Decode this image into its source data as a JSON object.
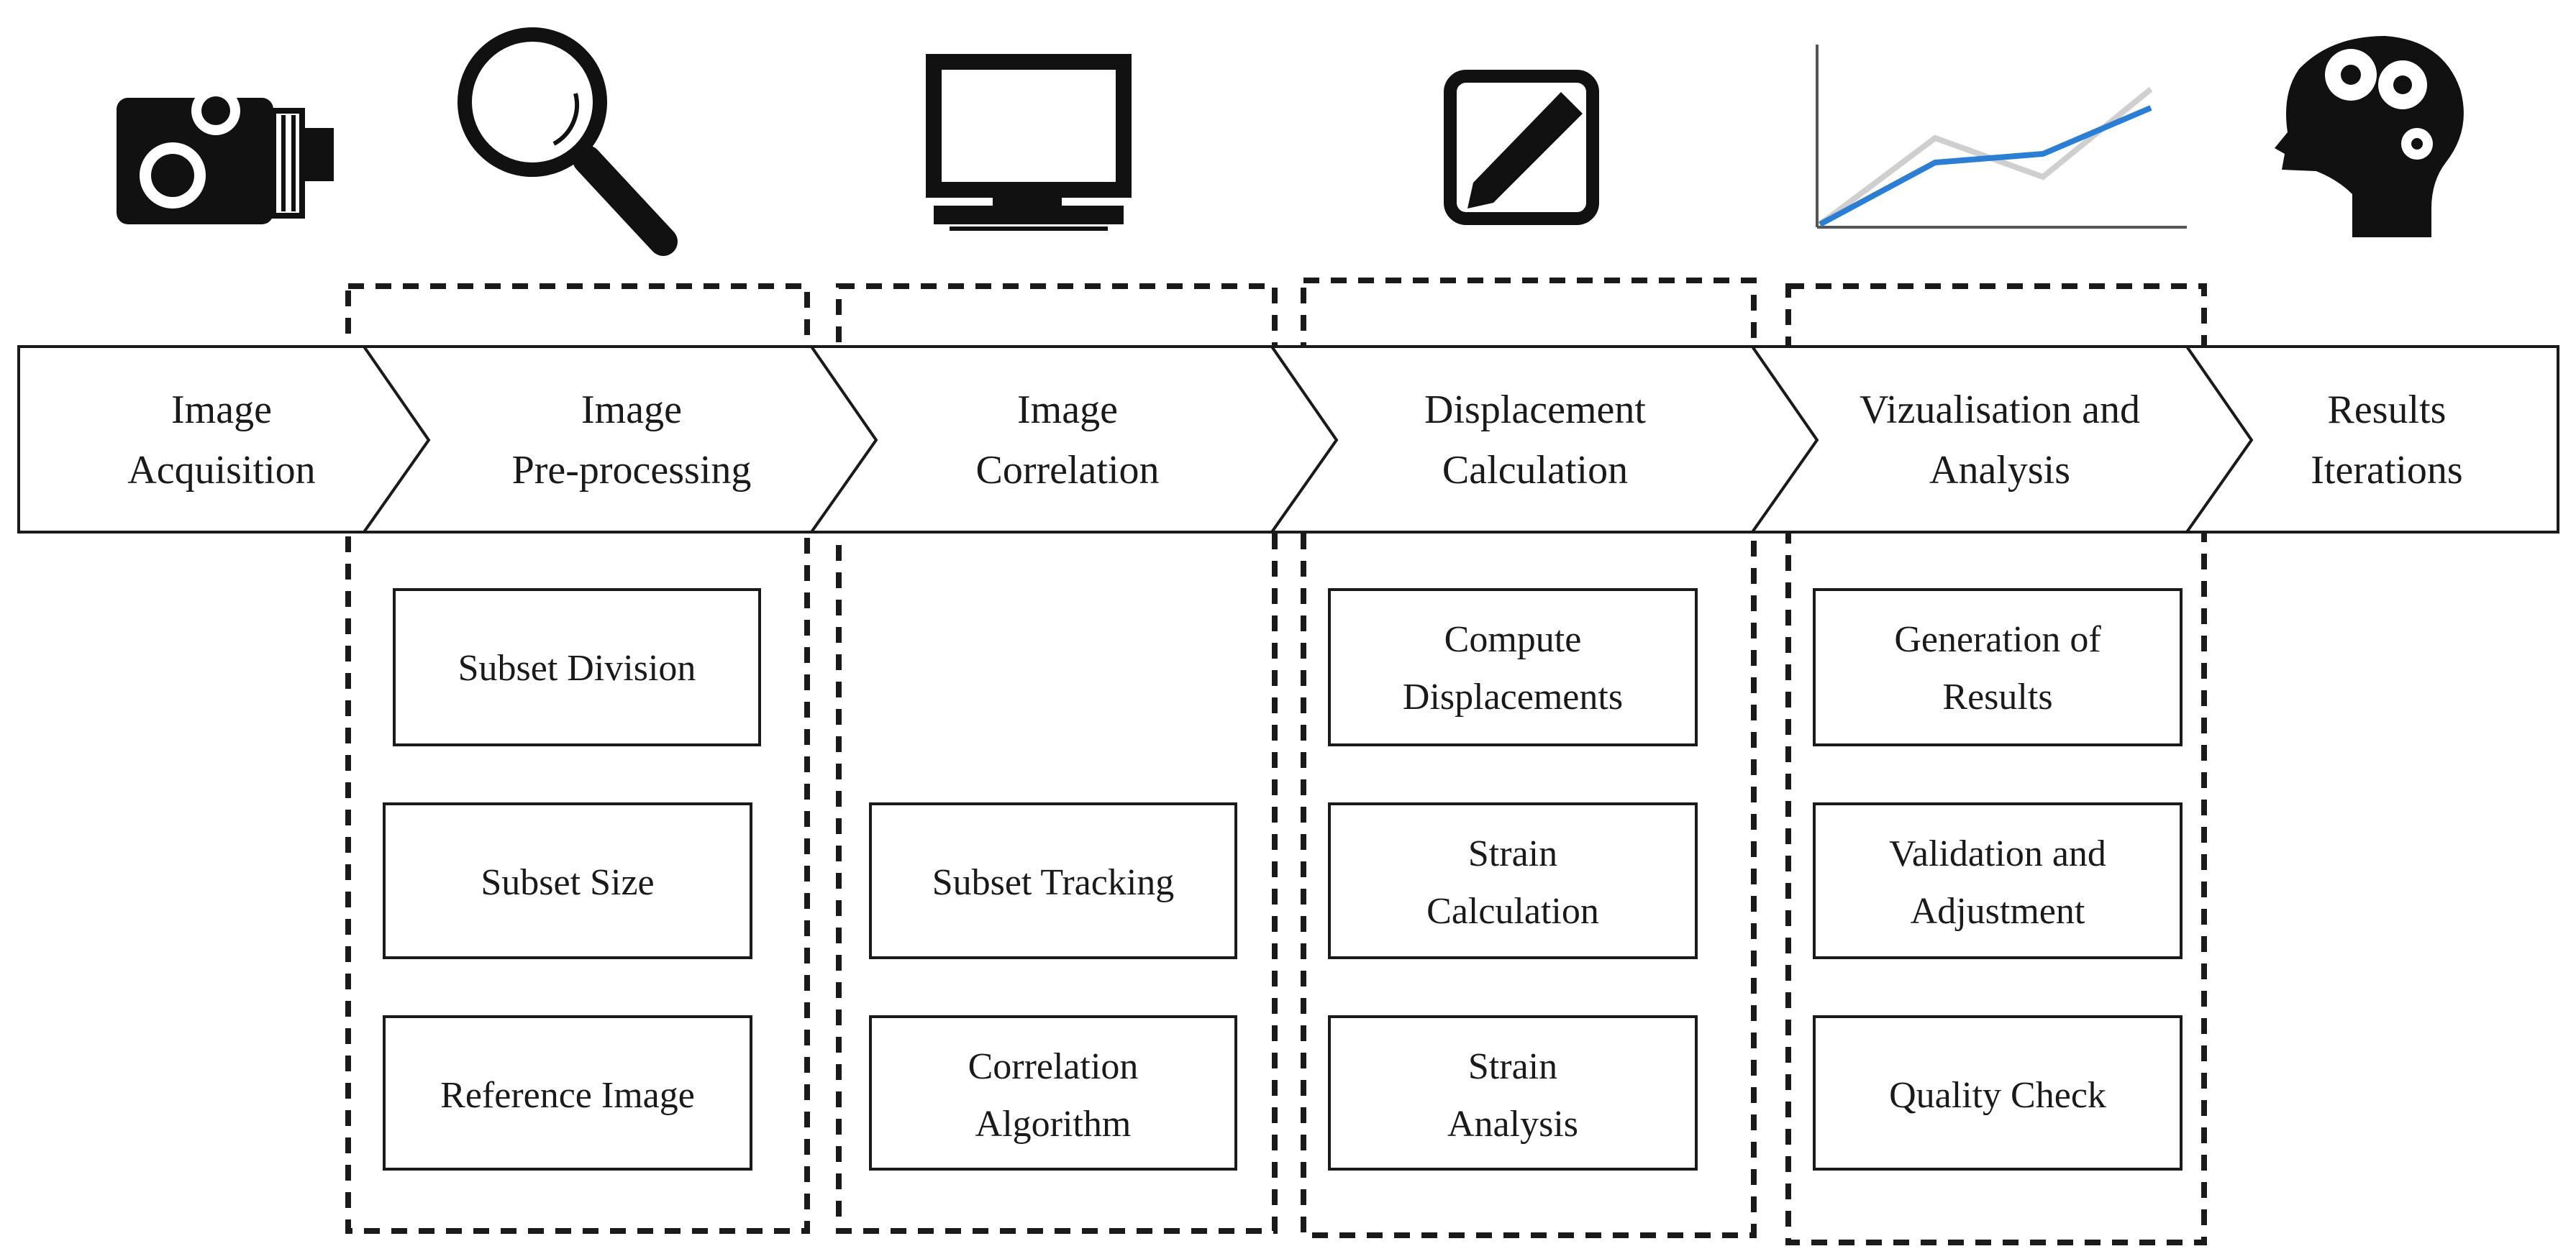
{
  "stages": [
    {
      "label_line1": "Image",
      "label_line2": "Acquisition",
      "icon": "video-camera-icon"
    },
    {
      "label_line1": "Image",
      "label_line2": "Pre-processing",
      "icon": "magnifying-glass-icon"
    },
    {
      "label_line1": "Image",
      "label_line2": "Correlation",
      "icon": "computer-monitor-icon"
    },
    {
      "label_line1": "Displacement",
      "label_line2": "Calculation",
      "icon": "pencil-icon"
    },
    {
      "label_line1": "Vizualisation and",
      "label_line2": "Analysis",
      "icon": "line-chart-icon"
    },
    {
      "label_line1": "Results",
      "label_line2": "Iterations",
      "icon": "head-gears-icon"
    }
  ],
  "groups": {
    "preprocessing": [
      {
        "line1": "Subset Division",
        "line2": ""
      },
      {
        "line1": "Subset Size",
        "line2": ""
      },
      {
        "line1": "Reference Image",
        "line2": ""
      }
    ],
    "correlation": [
      {
        "line1": "Subset Tracking",
        "line2": ""
      },
      {
        "line1": "Correlation",
        "line2": "Algorithm"
      }
    ],
    "displacement": [
      {
        "line1": "Compute",
        "line2": "Displacements"
      },
      {
        "line1": "Strain",
        "line2": "Calculation"
      },
      {
        "line1": "Strain",
        "line2": "Analysis"
      }
    ],
    "visualisation": [
      {
        "line1": "Generation of",
        "line2": "Results"
      },
      {
        "line1": "Validation and",
        "line2": "Adjustment"
      },
      {
        "line1": "Quality Check",
        "line2": ""
      }
    ]
  },
  "colors": {
    "ink": "#1a1a1a",
    "chart_line": "#2a7fd4",
    "chart_ghost_line": "#cfcfcf"
  }
}
